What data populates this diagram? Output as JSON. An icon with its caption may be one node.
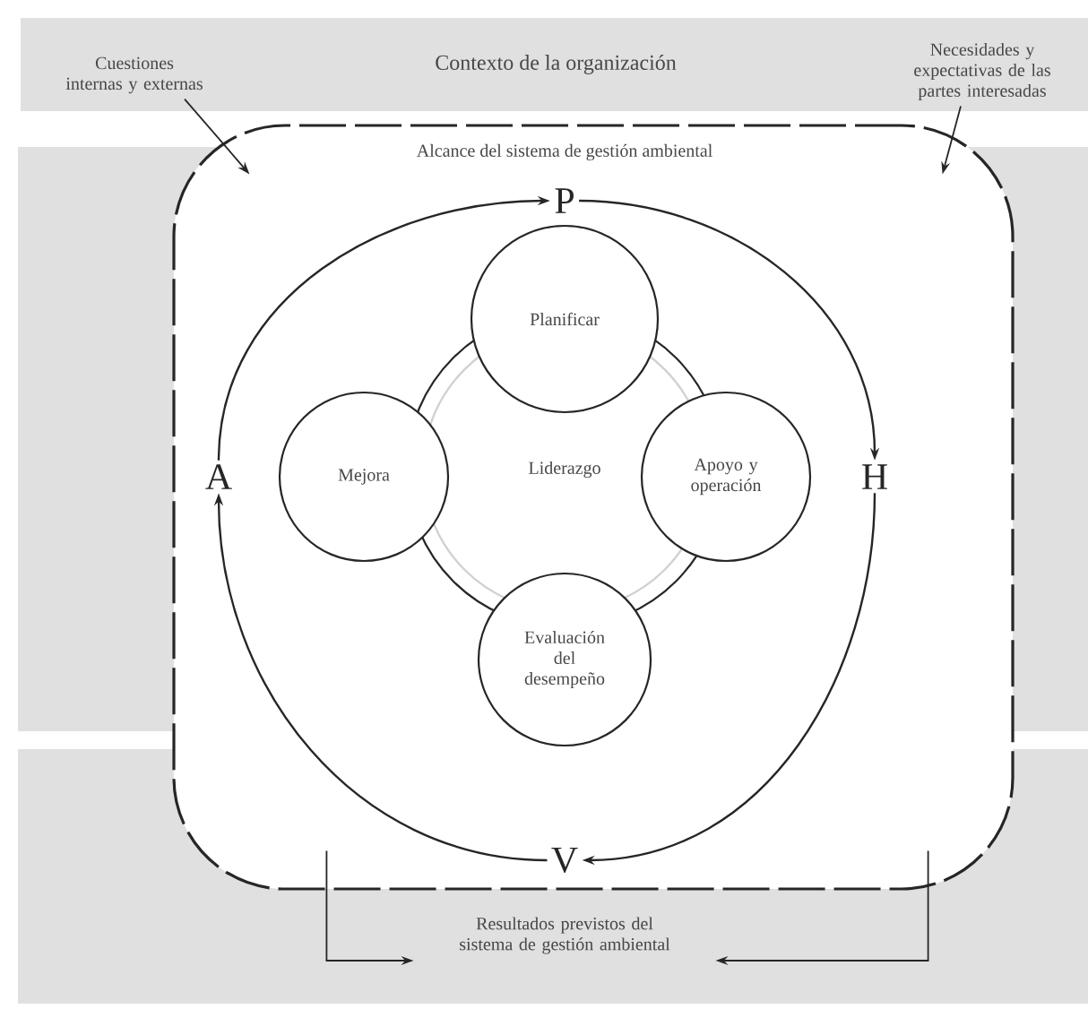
{
  "diagram": {
    "nodes": [
      {
        "text": [
          "Contexto de la organización"
        ]
      },
      {
        "text": [
          "Cuestiones internas y externas"
        ],
        "in": 0
      },
      {
        "text": [
          "Necesidades y expectativas de las partes interesadas"
        ],
        "in": 0
      },
      {
        "text": [
          "Alcance del sistema de gestión ambiental"
        ]
      },
      {
        "text": [
          "P"
        ],
        "in": 3
      },
      {
        "text": [
          "H"
        ],
        "in": 3
      },
      {
        "text": [
          "V"
        ],
        "in": 3
      },
      {
        "text": [
          "A"
        ],
        "in": 3
      },
      {
        "text": [
          "Liderazgo"
        ],
        "in": 3
      },
      {
        "text": [
          "Planificar"
        ],
        "in": 3
      },
      {
        "text": [
          "Apoyo y operación"
        ],
        "in": 3
      },
      {
        "text": [
          "Evaluación del desempeño"
        ],
        "in": 3
      },
      {
        "text": [
          "Mejora"
        ],
        "in": 3
      },
      {
        "text": [
          "Resultados previstos del sistema de gestión ambiental"
        ]
      }
    ],
    "edges": [
      {
        "from": 1,
        "to": 3,
        "arrow": "to"
      },
      {
        "from": 2,
        "to": 3,
        "arrow": "to"
      },
      {
        "from": 4,
        "to": 5,
        "arrow": "to"
      },
      {
        "from": 5,
        "to": 6,
        "arrow": "to"
      },
      {
        "from": 6,
        "to": 7,
        "arrow": "to"
      },
      {
        "from": 7,
        "to": 4,
        "arrow": "to"
      },
      {
        "from": 3,
        "to": 13,
        "arrow": "to"
      },
      {
        "from": 3,
        "to": 13,
        "arrow": "to"
      }
    ]
  }
}
